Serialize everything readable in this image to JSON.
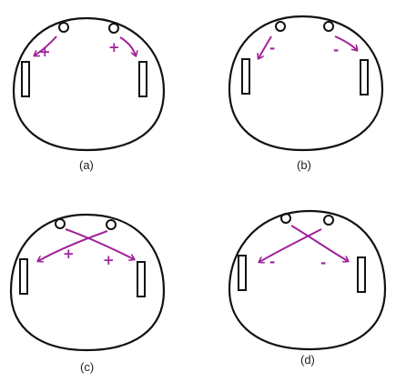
{
  "colors": {
    "outline": "#111111",
    "arrow": "#a0229a",
    "background": "#ffffff"
  },
  "panels": [
    {
      "id": "a",
      "caption": "(a)",
      "wiring": "ipsilateral",
      "sign_left": "+",
      "sign_right": "+"
    },
    {
      "id": "b",
      "caption": "(b)",
      "wiring": "ipsilateral",
      "sign_left": "-",
      "sign_right": "-"
    },
    {
      "id": "c",
      "caption": "(c)",
      "wiring": "crossed",
      "sign_left": "+",
      "sign_right": "+"
    },
    {
      "id": "d",
      "caption": "(d)",
      "wiring": "crossed",
      "sign_left": "-",
      "sign_right": "-"
    }
  ]
}
